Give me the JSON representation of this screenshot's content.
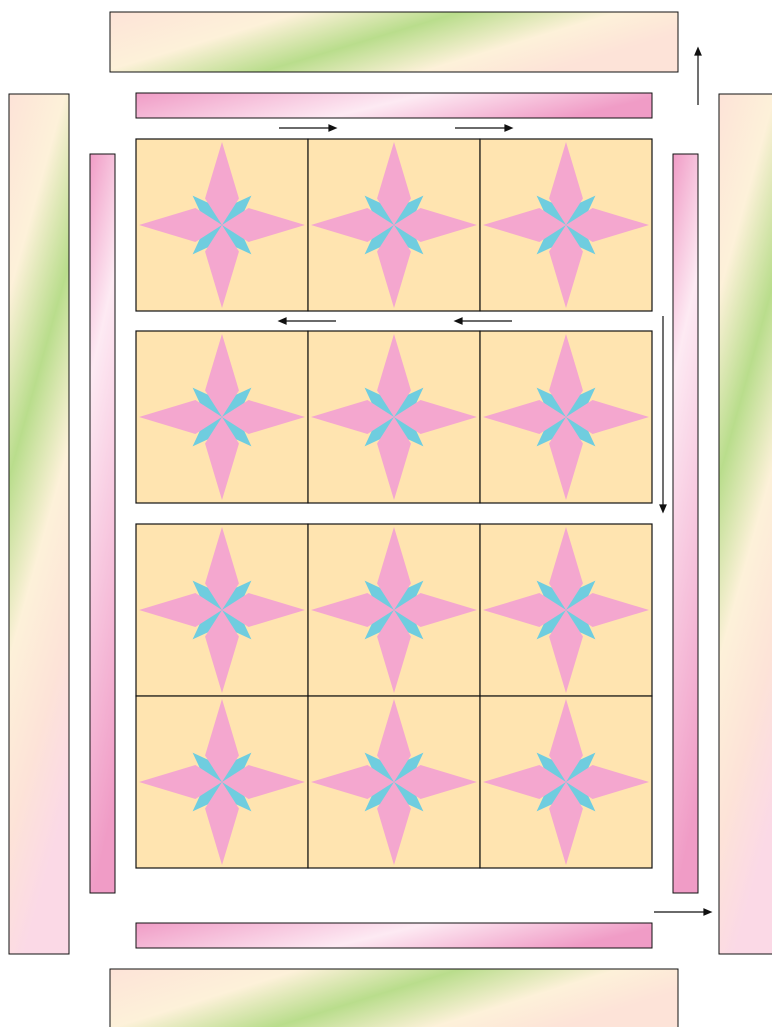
{
  "diagram": {
    "kind": "quilt-assembly-layout",
    "block_rows": 4,
    "block_cols": 3,
    "row_groups": [
      1,
      1,
      2
    ],
    "colors": {
      "background_square": "#ffe4b0",
      "star_pink": "#f4a7cf",
      "star_blue": "#6fcddf",
      "outline": "#111111",
      "inner_border_pink_dark": "#f09cc6",
      "inner_border_pink_light": "#fdeaf3",
      "outer_border_peach": "#fde3d8",
      "outer_border_cream": "#fdf1d9",
      "outer_border_green": "#b9dd8c",
      "outer_border_pink": "#fbd9e6",
      "arrow": "#111111"
    },
    "icons": [
      "arrow-right-icon",
      "arrow-left-icon",
      "arrow-down-icon",
      "arrow-up-icon"
    ]
  }
}
